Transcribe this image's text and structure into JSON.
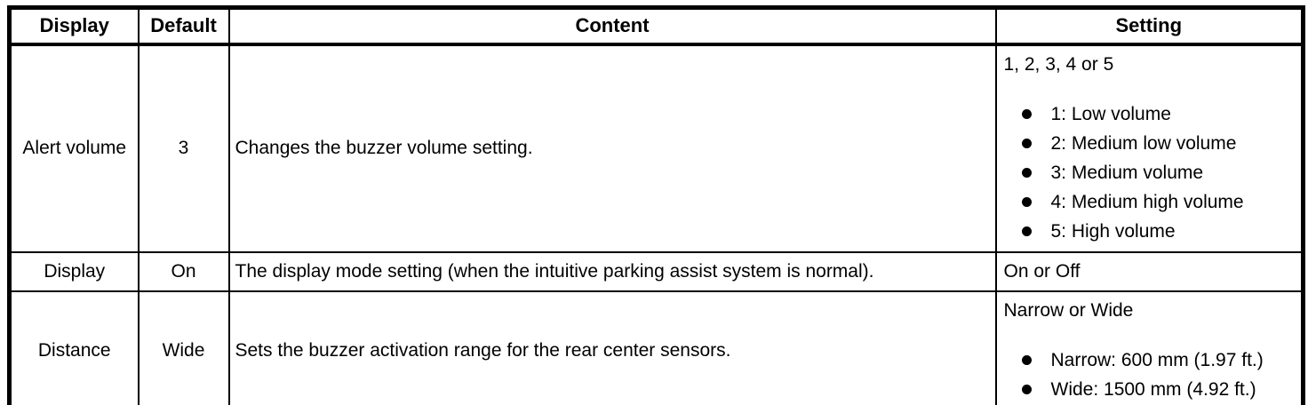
{
  "colors": {
    "border": "#000000",
    "background": "#ffffff",
    "text": "#000000"
  },
  "table": {
    "columns": [
      {
        "label": "Display"
      },
      {
        "label": "Default"
      },
      {
        "label": "Content"
      },
      {
        "label": "Setting"
      }
    ],
    "rows": [
      {
        "display": "Alert volume",
        "default": "3",
        "content": "Changes the buzzer volume setting.",
        "setting_intro": "1, 2, 3, 4 or 5",
        "setting_options": [
          "1: Low volume",
          "2: Medium low volume",
          "3: Medium volume",
          "4: Medium high volume",
          "5: High volume"
        ]
      },
      {
        "display": "Display",
        "default": "On",
        "content": "The display mode setting (when the intuitive parking assist system is normal).",
        "setting_intro": "On or Off",
        "setting_options": []
      },
      {
        "display": "Distance",
        "default": "Wide",
        "content": "Sets the buzzer activation range for the rear center sensors.",
        "setting_intro": "Narrow or Wide",
        "setting_options": [
          "Narrow: 600 mm (1.97 ft.)",
          "Wide: 1500 mm (4.92 ft.)"
        ]
      }
    ]
  }
}
